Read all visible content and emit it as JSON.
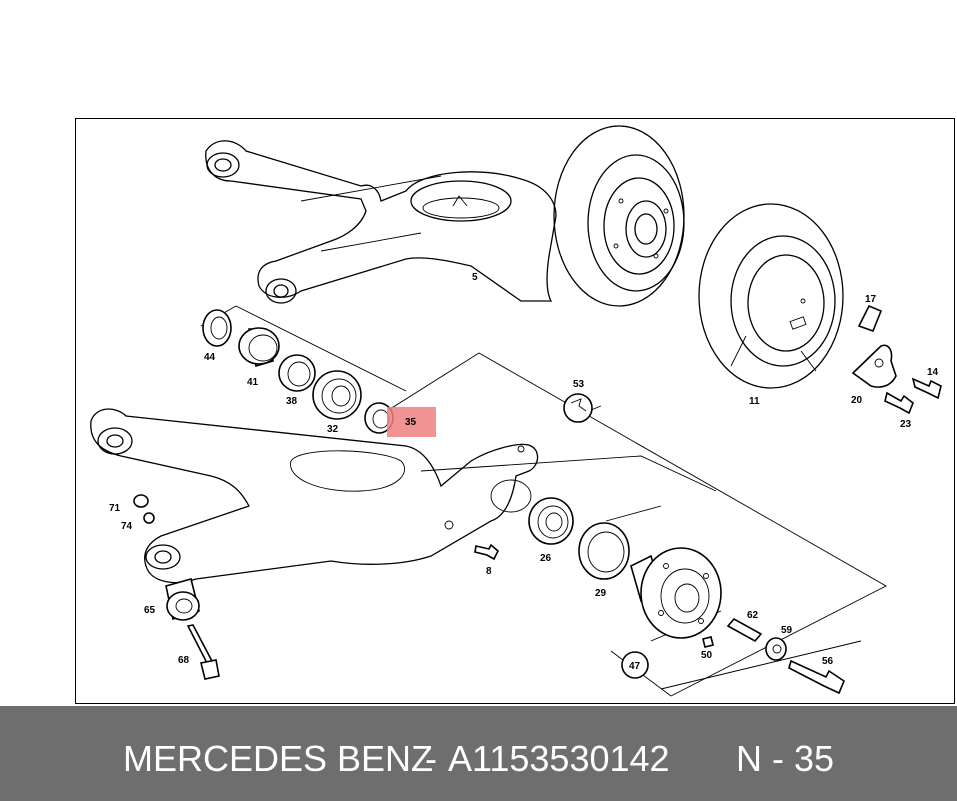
{
  "diagram": {
    "highlight_color": "#f08080",
    "highlighted_part": "35",
    "callouts": [
      {
        "id": "5",
        "label": "5"
      },
      {
        "id": "11",
        "label": "11"
      },
      {
        "id": "17",
        "label": "17"
      },
      {
        "id": "14",
        "label": "14"
      },
      {
        "id": "20",
        "label": "20"
      },
      {
        "id": "23",
        "label": "23"
      },
      {
        "id": "44",
        "label": "44"
      },
      {
        "id": "41",
        "label": "41"
      },
      {
        "id": "38",
        "label": "38"
      },
      {
        "id": "32",
        "label": "32"
      },
      {
        "id": "35",
        "label": "35"
      },
      {
        "id": "53",
        "label": "53"
      },
      {
        "id": "71",
        "label": "71"
      },
      {
        "id": "74",
        "label": "74"
      },
      {
        "id": "8",
        "label": "8"
      },
      {
        "id": "26",
        "label": "26"
      },
      {
        "id": "29",
        "label": "29"
      },
      {
        "id": "65",
        "label": "65"
      },
      {
        "id": "68",
        "label": "68"
      },
      {
        "id": "62",
        "label": "62"
      },
      {
        "id": "59",
        "label": "59"
      },
      {
        "id": "50",
        "label": "50"
      },
      {
        "id": "47",
        "label": "47"
      },
      {
        "id": "56",
        "label": "56"
      }
    ]
  },
  "footer": {
    "brand": "MERCEDES BENZ",
    "separator": "-",
    "part_number": "A1153530142",
    "ref": "N - 35"
  }
}
